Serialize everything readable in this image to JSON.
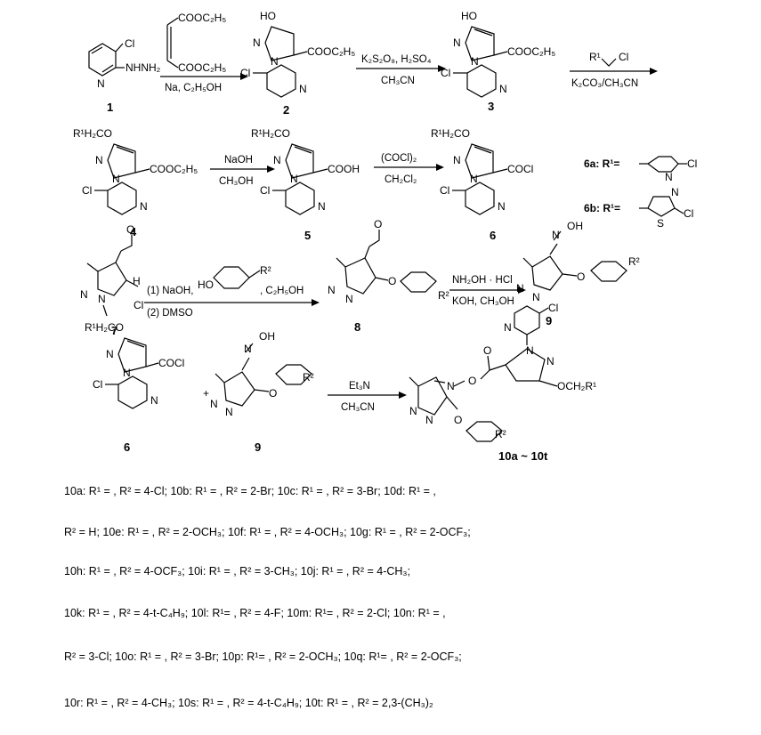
{
  "compounds": {
    "c1": "1",
    "c2": "2",
    "c3": "3",
    "c4": "4",
    "c5": "5",
    "c6": "6",
    "c7": "7",
    "c8": "8",
    "c9": "9",
    "c6b": "6",
    "c9b": "9",
    "c10": "10a ~ 10t"
  },
  "atoms": {
    "cl": "Cl",
    "nhnh2": "NHNH₂",
    "ho": "HO",
    "n": "N",
    "h": "H",
    "cooc2h5": "COOC₂H₅",
    "cooh": "COOH",
    "cocl": "COCl",
    "r1h2co": "R¹H₂CO",
    "o": "O",
    "oh": "OH",
    "r2": "R²",
    "s": "S",
    "och2r1": "OCH₂R¹",
    "r1": "R¹"
  },
  "conditions": {
    "step1": "Na, C₂H₅OH",
    "step2a": "K₂S₂O₈, H₂SO₄",
    "step2b": "CH₃CN",
    "step3b": "K₂CO₃/CH₃CN",
    "step4a": "NaOH",
    "step4b": "CH₃OH",
    "step5a": "(COCl)₂",
    "step5b": "CH₂Cl₂",
    "step6a": "(1) NaOH,",
    "step6b": "(2) DMSO",
    "step6c": ", C₂H₅OH",
    "step7a": "NH₂OH · HCl",
    "step7b": "KOH, CH₃OH",
    "step8a": "Et₃N",
    "step8b": "CH₃CN",
    "plus": "+"
  },
  "defs": {
    "d6a": "6a: R¹=",
    "d6b": "6b: R¹="
  },
  "legend": {
    "l1": "10a: R¹ =        , R² = 4-Cl; 10b: R¹ =        , R² = 2-Br; 10c: R¹ =        , R² = 3-Br; 10d: R¹ =        ,",
    "l2": "R² = H; 10e: R¹ =        , R² = 2-OCH₃;  10f: R¹ =        , R² = 4-OCH₃; 10g: R¹ =        , R² = 2-OCF₃;",
    "l3": "10h: R¹ =        , R² = 4-OCF₃; 10i: R¹ =        , R² = 3-CH₃; 10j: R¹ =        , R² = 4-CH₃;",
    "l4": "10k: R¹ =        , R² = 4-t-C₄H₉; 10l: R¹=        , R² = 4-F; 10m: R¹=        , R² = 2-Cl; 10n: R¹ =        ,",
    "l5": "R² = 3-Cl; 10o: R¹ =        , R² = 3-Br; 10p: R¹=        , R² = 2-OCH₃; 10q: R¹=        , R² = 2-OCF₃;",
    "l6": "10r: R¹ =        , R² = 4-CH₃; 10s: R¹ =        , R² = 4-t-C₄H₉; 10t: R¹ =        , R² = 2,3-(CH₃)₂"
  }
}
